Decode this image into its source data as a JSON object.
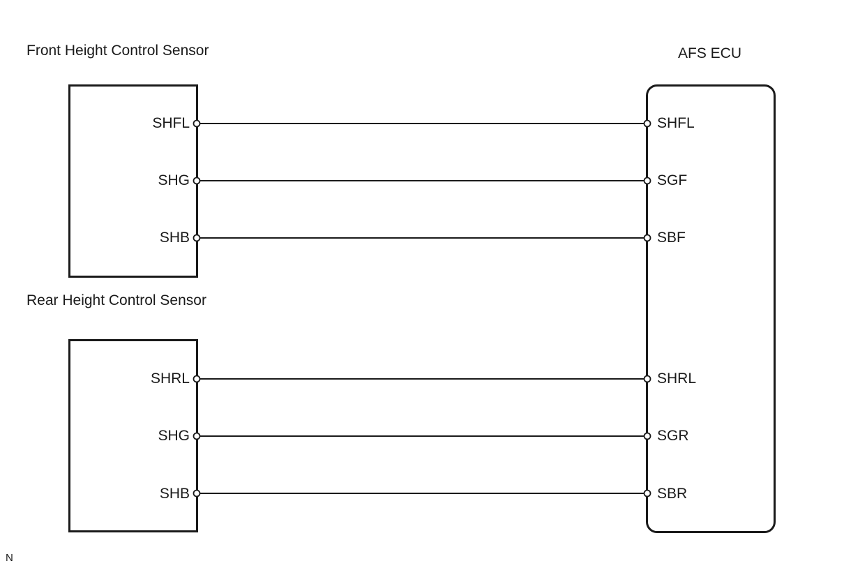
{
  "front_sensor": {
    "title": "Front Height Control Sensor",
    "pins": [
      "SHFL",
      "SHG",
      "SHB"
    ]
  },
  "rear_sensor": {
    "title": "Rear Height Control Sensor",
    "pins": [
      "SHRL",
      "SHG",
      "SHB"
    ]
  },
  "ecu": {
    "title": "AFS ECU",
    "pins": [
      "SHFL",
      "SGF",
      "SBF",
      "SHRL",
      "SGR",
      "SBR"
    ]
  },
  "connections": [
    {
      "from": "SHFL",
      "to": "SHFL"
    },
    {
      "from": "SHG",
      "to": "SGF"
    },
    {
      "from": "SHB",
      "to": "SBF"
    },
    {
      "from": "SHRL",
      "to": "SHRL"
    },
    {
      "from": "SHG",
      "to": "SGR"
    },
    {
      "from": "SHB",
      "to": "SBR"
    }
  ],
  "corner_mark": "N"
}
